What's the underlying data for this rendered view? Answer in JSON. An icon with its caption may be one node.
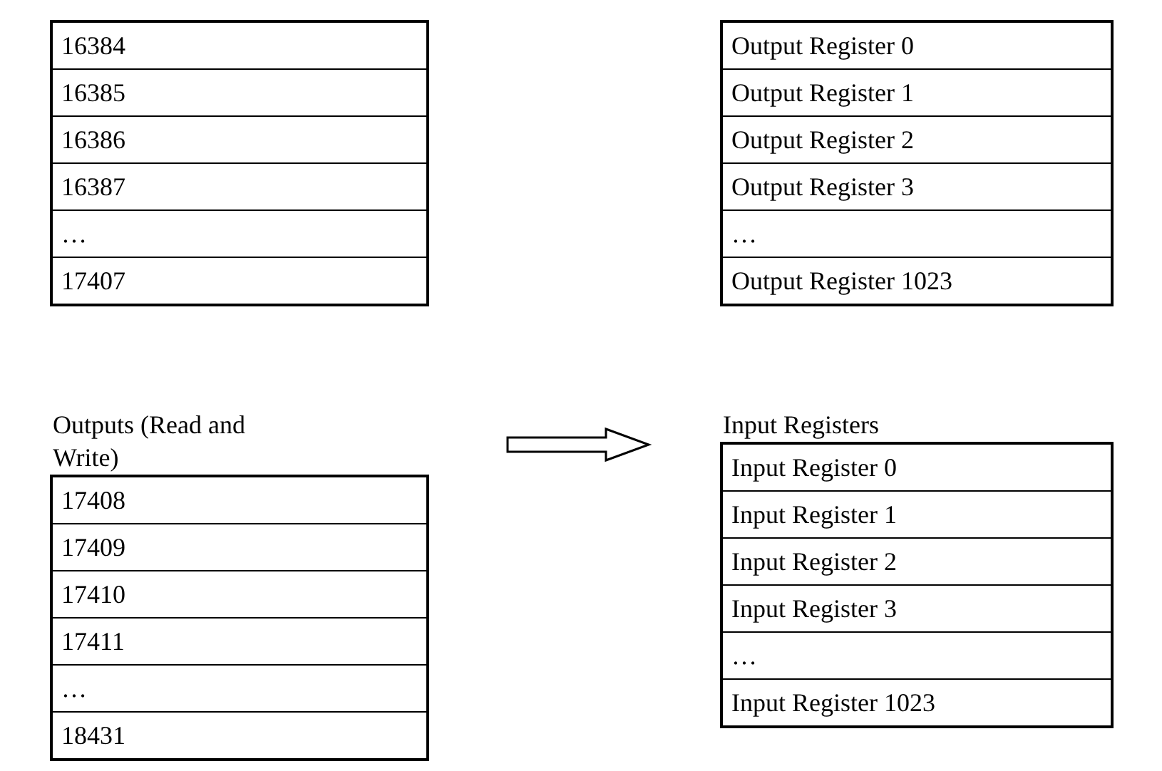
{
  "diagram": {
    "nodes": [
      {
        "text": [],
        "shape": "box"
      },
      {
        "text": [
          "16384"
        ],
        "in": 0
      },
      {
        "text": [
          "16385"
        ],
        "in": 0
      },
      {
        "text": [
          "16386"
        ],
        "in": 0
      },
      {
        "text": [
          "16387"
        ],
        "in": 0
      },
      {
        "text": [
          "…"
        ],
        "in": 0
      },
      {
        "text": [
          "17407"
        ],
        "in": 0
      },
      {
        "text": [],
        "shape": "box"
      },
      {
        "text": [
          "Output Register 0"
        ],
        "in": 7
      },
      {
        "text": [
          "Output Register 1"
        ],
        "in": 7
      },
      {
        "text": [
          "Output Register 2"
        ],
        "in": 7
      },
      {
        "text": [
          "Output Register 3"
        ],
        "in": 7
      },
      {
        "text": [
          "…"
        ],
        "in": 7
      },
      {
        "text": [
          "Output Register 1023"
        ],
        "in": 7
      },
      {
        "text": [
          "Outputs (Read and Write)"
        ]
      },
      {
        "text": [
          "17408"
        ],
        "in": 14
      },
      {
        "text": [
          "17409"
        ],
        "in": 14
      },
      {
        "text": [
          "17410"
        ],
        "in": 14
      },
      {
        "text": [
          "17411"
        ],
        "in": 14
      },
      {
        "text": [
          "…"
        ],
        "in": 14
      },
      {
        "text": [
          "18431"
        ],
        "in": 14
      },
      {
        "text": [
          "Input Registers"
        ]
      },
      {
        "text": [
          "Input Register 0"
        ],
        "in": 21
      },
      {
        "text": [
          "Input Register 1"
        ],
        "in": 21
      },
      {
        "text": [
          "Input Register 2"
        ],
        "in": 21
      },
      {
        "text": [
          "Input Register 3"
        ],
        "in": 21
      },
      {
        "text": [
          "…"
        ],
        "in": 21
      },
      {
        "text": [
          "Input Register 1023"
        ],
        "in": 21
      }
    ],
    "edges": [
      {
        "from": 14,
        "to": 21,
        "arrow": "to"
      }
    ]
  }
}
